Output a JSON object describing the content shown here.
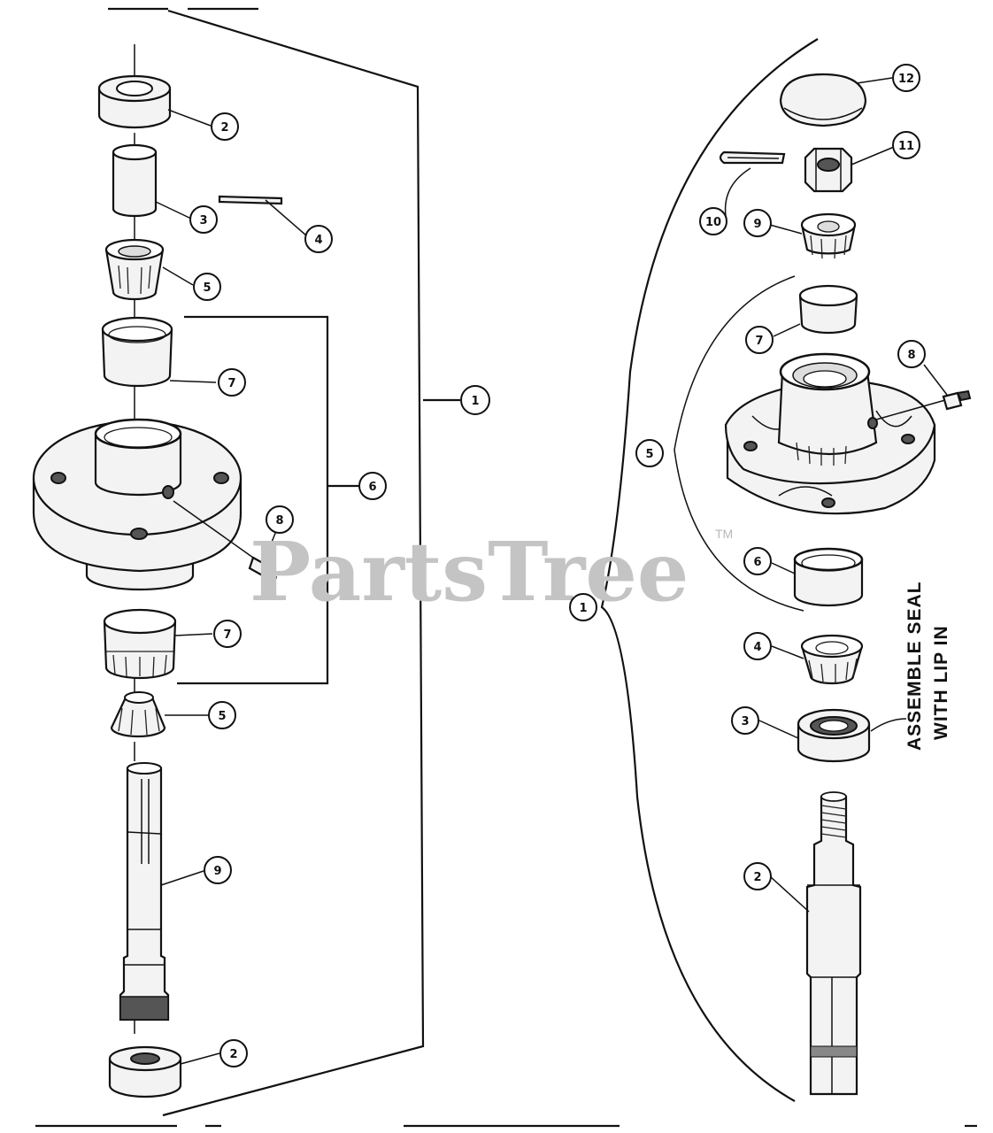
{
  "watermark": {
    "text": "PartsTree",
    "trademark": "TM"
  },
  "left_assembly": {
    "callouts": [
      {
        "id": "left-callout-2-top",
        "label": "2"
      },
      {
        "id": "left-callout-3",
        "label": "3"
      },
      {
        "id": "left-callout-4",
        "label": "4"
      },
      {
        "id": "left-callout-5-top",
        "label": "5"
      },
      {
        "id": "left-callout-7-top",
        "label": "7"
      },
      {
        "id": "left-callout-1",
        "label": "1"
      },
      {
        "id": "left-callout-6",
        "label": "6"
      },
      {
        "id": "left-callout-8",
        "label": "8"
      },
      {
        "id": "left-callout-7-bottom",
        "label": "7"
      },
      {
        "id": "left-callout-5-bottom",
        "label": "5"
      },
      {
        "id": "left-callout-9",
        "label": "9"
      },
      {
        "id": "left-callout-2-bottom",
        "label": "2"
      }
    ]
  },
  "right_assembly": {
    "callouts": [
      {
        "id": "right-callout-12",
        "label": "12"
      },
      {
        "id": "right-callout-11",
        "label": "11"
      },
      {
        "id": "right-callout-10",
        "label": "10"
      },
      {
        "id": "right-callout-9",
        "label": "9"
      },
      {
        "id": "right-callout-7",
        "label": "7"
      },
      {
        "id": "right-callout-8",
        "label": "8"
      },
      {
        "id": "right-callout-5",
        "label": "5"
      },
      {
        "id": "right-callout-6",
        "label": "6"
      },
      {
        "id": "right-callout-1",
        "label": "1"
      },
      {
        "id": "right-callout-4",
        "label": "4"
      },
      {
        "id": "right-callout-3",
        "label": "3"
      },
      {
        "id": "right-callout-2",
        "label": "2"
      }
    ],
    "note_lines": [
      "ASSEMBLE SEAL",
      "WITH LIP IN"
    ]
  }
}
